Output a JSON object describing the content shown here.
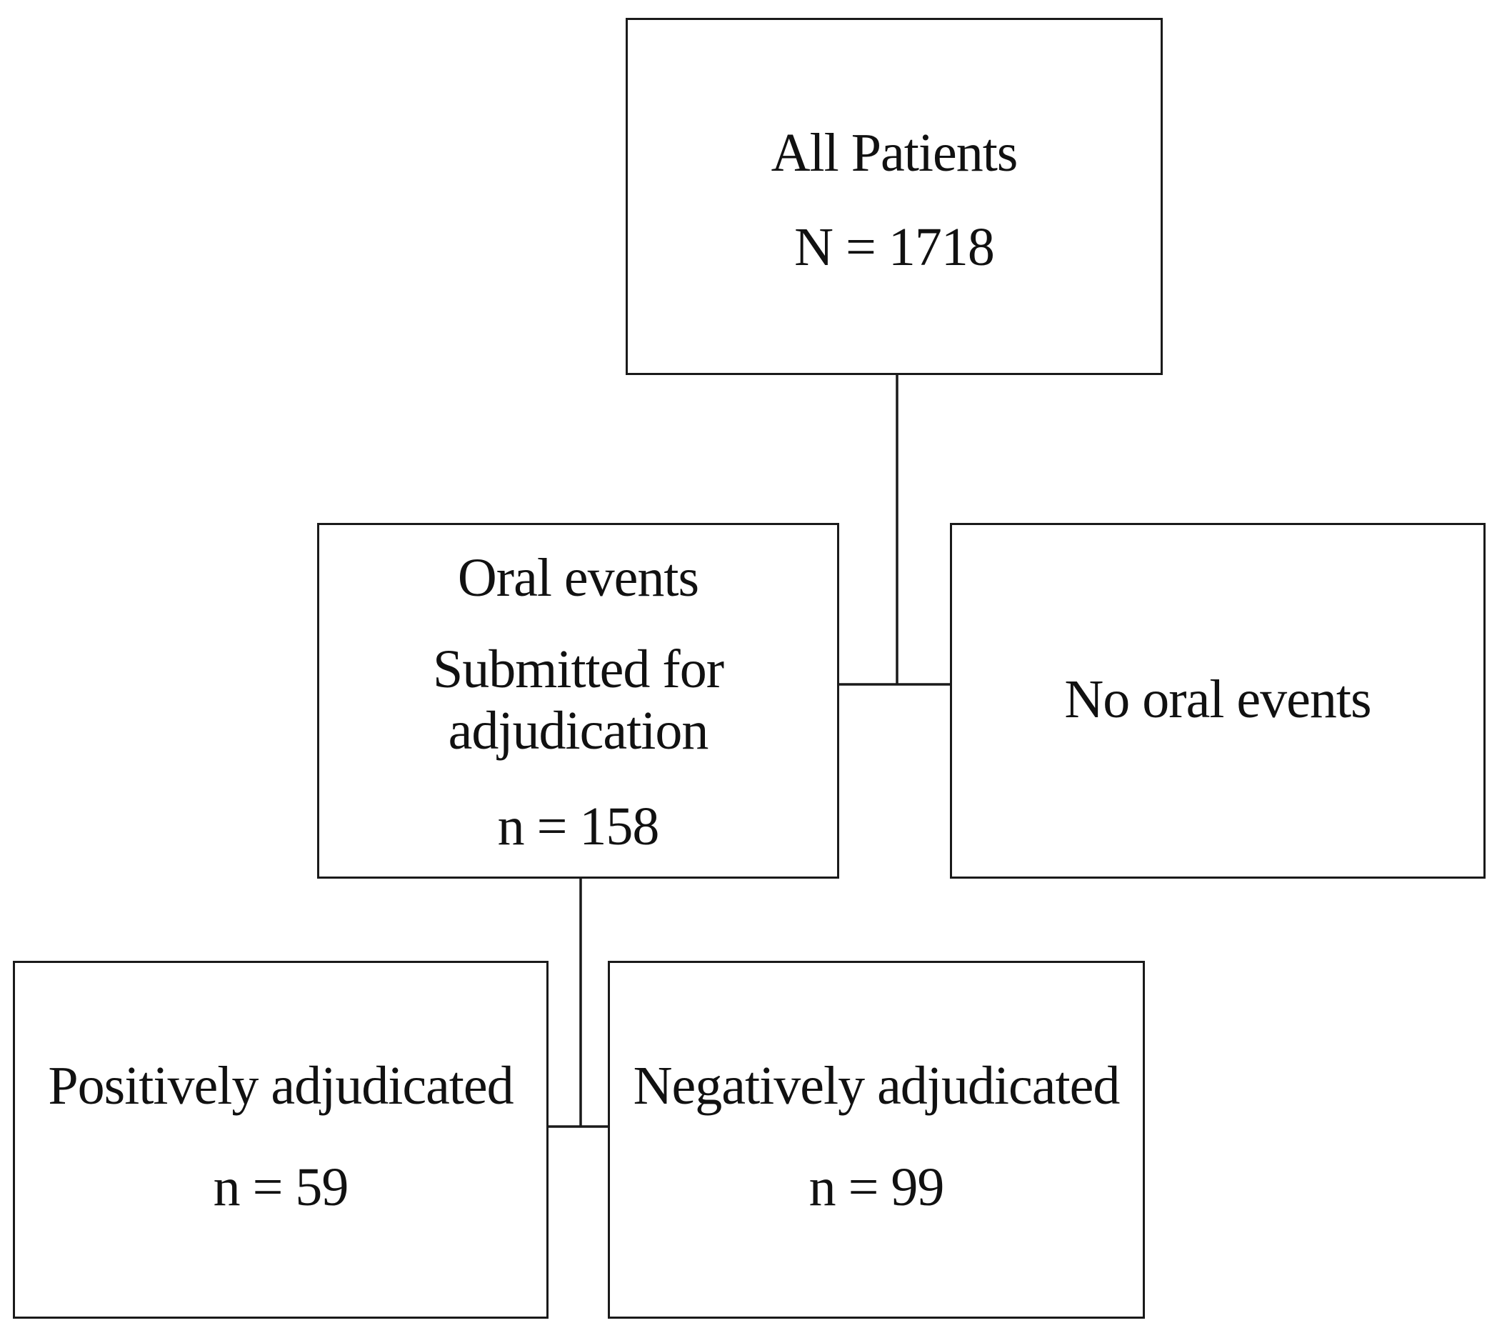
{
  "flowchart": {
    "all_patients": {
      "label": "All Patients",
      "count": "N = 1718"
    },
    "oral_events": {
      "line1": "Oral events",
      "line2": "Submitted for",
      "line3": "adjudication",
      "count": "n = 158"
    },
    "no_oral_events": {
      "label": "No oral events"
    },
    "positively_adjudicated": {
      "label": "Positively adjudicated",
      "count": "n = 59"
    },
    "negatively_adjudicated": {
      "label": "Negatively adjudicated",
      "count": "n = 99"
    }
  },
  "colors": {
    "stroke": "#1a1a1a",
    "background": "#ffffff",
    "text": "#111111"
  }
}
